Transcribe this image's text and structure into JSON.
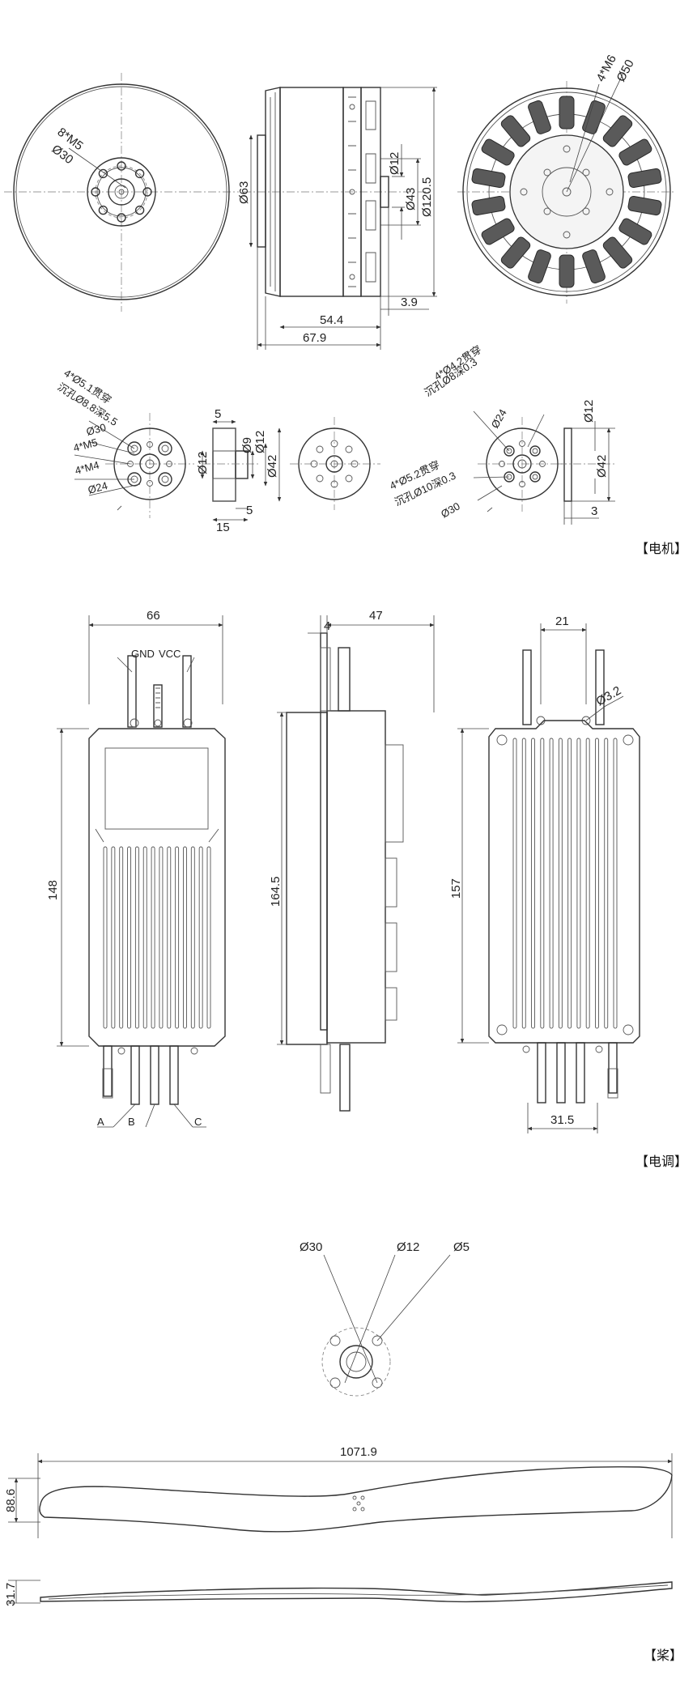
{
  "sections": {
    "motor": "【电机】",
    "esc": "【电调】",
    "prop": "【桨】"
  },
  "motor": {
    "front": {
      "holes": "8*M5",
      "pcd": "Ø30"
    },
    "side": {
      "d63": "Ø63",
      "d12": "Ø12",
      "d43": "Ø43",
      "d1205": "Ø120.5",
      "len544": "54.4",
      "len679": "67.9",
      "len39": "3.9"
    },
    "rear": {
      "holes": "4*M6",
      "d50": "Ø50"
    },
    "adapter1": {
      "note1": "4*Ø5.1贯穿",
      "note2": "沉孔Ø8.8深5.5",
      "d30": "Ø30",
      "m5": "4*M5",
      "m4": "4*M4",
      "d24": "Ø24"
    },
    "adapter1_side": {
      "d12": "Ø12",
      "d9": "Ø9",
      "d12b": "Ø12",
      "d42": "Ø42",
      "t5": "5",
      "t5b": "5",
      "t15": "15"
    },
    "adapter2": {
      "note1": "4*Ø4.2贯穿",
      "note2": "沉孔Ø8深0.3",
      "d24": "Ø24",
      "note3": "4*Ø5.2贯穿",
      "note4": "沉孔Ø10深0.3",
      "d30": "Ø30"
    },
    "adapter2_side": {
      "d12": "Ø12",
      "d42": "Ø42",
      "t3": "3"
    }
  },
  "esc": {
    "front": {
      "width": "66",
      "height": "148",
      "gnd": "GND",
      "vcc": "VCC",
      "a": "A",
      "b": "B",
      "c": "C"
    },
    "side": {
      "t4": "4",
      "t47": "47",
      "height": "164.5"
    },
    "back": {
      "w21": "21",
      "hole": "Ø3.2",
      "height": "157",
      "w315": "31.5"
    }
  },
  "prop": {
    "hub": {
      "d30": "Ø30",
      "d12": "Ø12",
      "d5": "Ø5"
    },
    "plan": {
      "length": "1071.9",
      "chord": "88.6"
    },
    "profile": {
      "thick": "31.7"
    }
  }
}
